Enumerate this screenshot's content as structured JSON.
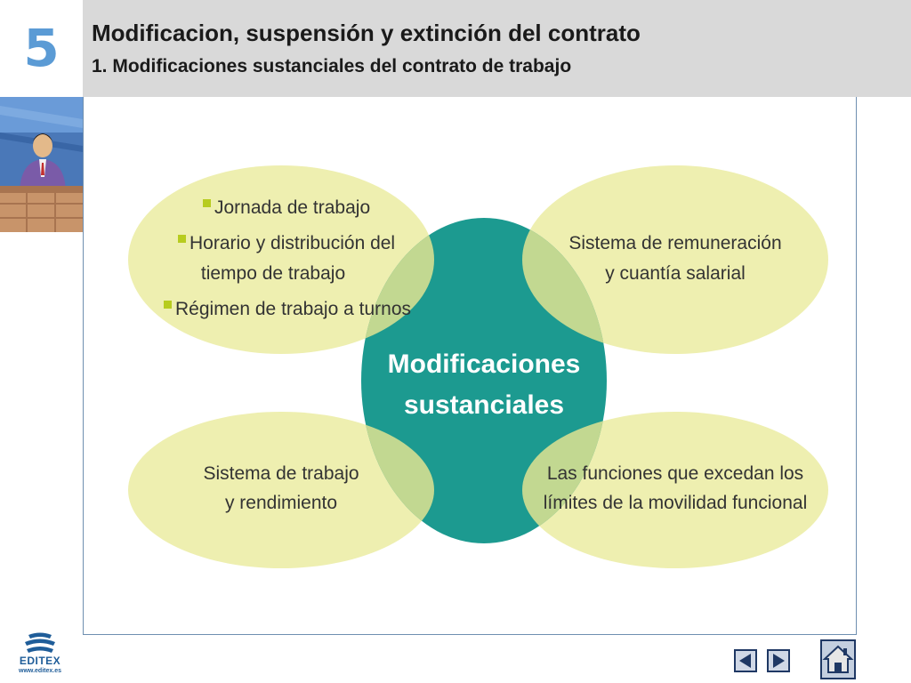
{
  "header": {
    "chapter": "5",
    "title": "Modificacion, suspensión y extinción del contrato",
    "subtitle": "1. Modificaciones sustanciales del contrato de trabajo"
  },
  "diagram": {
    "center": {
      "line1": "Modificaciones",
      "line2": "sustanciales"
    },
    "top_left": {
      "items": [
        "Jornada de trabajo",
        "Horario y distribución del",
        "tiempo de trabajo",
        "Régimen de trabajo a turnos"
      ]
    },
    "top_right": {
      "line1": "Sistema de remuneración",
      "line2": "y cuantía salarial"
    },
    "bottom_left": {
      "line1": "Sistema de trabajo",
      "line2": "y rendimiento"
    },
    "bottom_right": {
      "line1": "Las funciones que excedan los",
      "line2": "límites de la movilidad funcional"
    },
    "colors": {
      "ellipse": "#eeefb0",
      "overlap": "#c2d891",
      "center": "#1c9a90",
      "bullet": "#b7cc1f",
      "text": "#333333"
    }
  },
  "footer": {
    "logo_text": "EDITEX",
    "logo_url": "www.editex.es",
    "icons": [
      "arrow-left-icon",
      "arrow-right-icon",
      "home-icon"
    ]
  }
}
